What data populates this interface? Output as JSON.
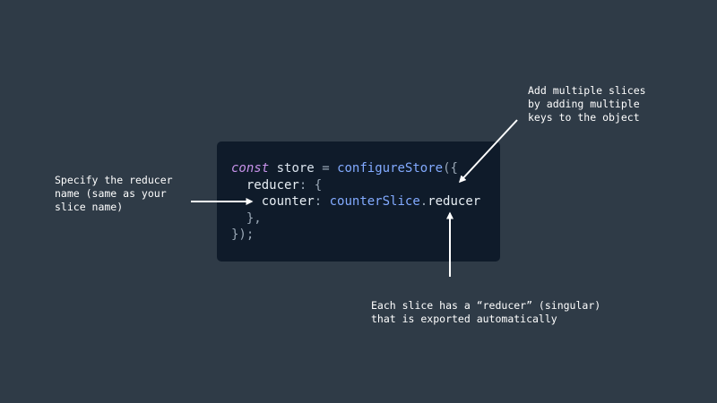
{
  "annotations": {
    "top": {
      "lines": [
        "Add multiple slices",
        "by adding multiple",
        "keys to the object"
      ]
    },
    "left": {
      "lines": [
        "Specify the reducer",
        "name (same as your",
        "slice name)"
      ]
    },
    "bottom": {
      "lines": [
        "Each slice has a “reducer” (singular)",
        "that is exported automatically"
      ]
    }
  },
  "code": {
    "line1": {
      "keyword": "const",
      "name": "store",
      "equals": "=",
      "fn": "configureStore",
      "open": "({"
    },
    "line2": {
      "indent": "  ",
      "key": "reducer",
      "colon": ":",
      "brace": "{"
    },
    "line3": {
      "indent": "    ",
      "key": "counter",
      "colon": ":",
      "object": "counterSlice",
      "dot": ".",
      "prop": "reducer"
    },
    "line4": {
      "indent": "  ",
      "close": "},"
    },
    "line5": {
      "close": "});"
    }
  },
  "colors": {
    "background": "#2f3b47",
    "panel": "#0f1b2a",
    "keyword": "#c792ea",
    "function": "#82aaff",
    "text": "#ffffff"
  }
}
